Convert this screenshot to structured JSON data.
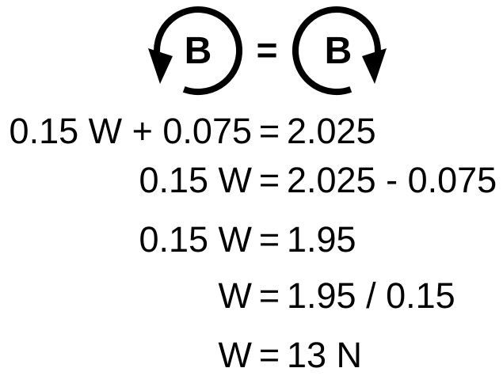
{
  "torque_diagram": {
    "left": {
      "label": "B",
      "icon": "counterclockwise-rotation-arrow-icon"
    },
    "equals": "=",
    "right": {
      "label": "B",
      "icon": "clockwise-rotation-arrow-icon"
    }
  },
  "equation_steps": [
    {
      "lhs": "0.15 W + 0.075",
      "eq": "=",
      "rhs": "2.025"
    },
    {
      "lhs": "0.15 W",
      "eq": "=",
      "rhs": "2.025 - 0.075"
    },
    {
      "lhs": "0.15 W",
      "eq": "=",
      "rhs": "1.95"
    },
    {
      "lhs": "W",
      "eq": "=",
      "rhs": "1.95 / 0.15"
    },
    {
      "lhs": "W",
      "eq": "=",
      "rhs": "13 N"
    }
  ],
  "colors": {
    "ink": "#000000",
    "background": "#ffffff"
  }
}
